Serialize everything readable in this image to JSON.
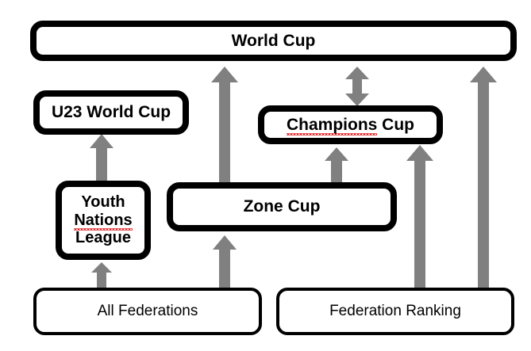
{
  "diagram": {
    "title": "Competition structure flow diagram",
    "background_color": "#ffffff",
    "node_border_color": "#000000",
    "arrow_color": "#808080",
    "spellcheck_underline_color": "#e01b1b",
    "nodes": [
      {
        "id": "world-cup",
        "label": "World Cup",
        "style": "heavy",
        "misspelled_part": ""
      },
      {
        "id": "u23",
        "label": "U23 World Cup",
        "style": "heavy",
        "misspelled_part": ""
      },
      {
        "id": "champions",
        "label": "Champions Cup",
        "style": "heavy",
        "misspelled_part": "Champions"
      },
      {
        "id": "youth",
        "label": "Youth Nations League",
        "style": "heavy",
        "misspelled_part": "Nations",
        "lines": [
          "Youth",
          "Nations",
          "League"
        ]
      },
      {
        "id": "zone",
        "label": "Zone Cup",
        "style": "heavy",
        "misspelled_part": ""
      },
      {
        "id": "all-feds",
        "label": "All Federations",
        "style": "thin",
        "misspelled_part": ""
      },
      {
        "id": "fed-ranking",
        "label": "Federation Ranking",
        "style": "thin",
        "misspelled_part": "Ranking"
      }
    ],
    "node_labels": {
      "world_cup": "World Cup",
      "u23_world_cup": "U23 World Cup",
      "champions_cup_word1": "Champions",
      "champions_cup_word2": " Cup",
      "youth_line1": "Youth",
      "youth_line2": "Nations",
      "youth_line3": "League",
      "zone_cup": "Zone Cup",
      "all_federations": "All Federations",
      "federation_ranking_word1": "Federation Ranking",
      "federation_ranking_word2": ""
    },
    "arrows": [
      {
        "id": "zone-to-world-cup",
        "from": "Zone Cup",
        "to": "World Cup",
        "direction": "up",
        "size": "large"
      },
      {
        "id": "world-cup-champions-cup",
        "from": "World Cup",
        "to": "Champions Cup",
        "direction": "both",
        "size": "small"
      },
      {
        "id": "zone-to-champions",
        "from": "Zone Cup",
        "to": "Champions Cup",
        "direction": "up",
        "size": "small"
      },
      {
        "id": "youth-to-u23",
        "from": "Youth Nations League",
        "to": "U23 World Cup",
        "direction": "up",
        "size": "medium"
      },
      {
        "id": "all-feds-to-youth",
        "from": "All Federations",
        "to": "Youth Nations League",
        "direction": "up",
        "size": "small"
      },
      {
        "id": "all-feds-to-zone",
        "from": "All Federations",
        "to": "Zone Cup",
        "direction": "up",
        "size": "medium"
      },
      {
        "id": "fed-ranking-to-champions",
        "from": "Federation Ranking",
        "to": "Champions Cup",
        "direction": "up",
        "size": "large"
      },
      {
        "id": "fed-ranking-to-world-cup",
        "from": "Federation Ranking",
        "to": "World Cup",
        "direction": "up",
        "size": "large"
      }
    ]
  }
}
